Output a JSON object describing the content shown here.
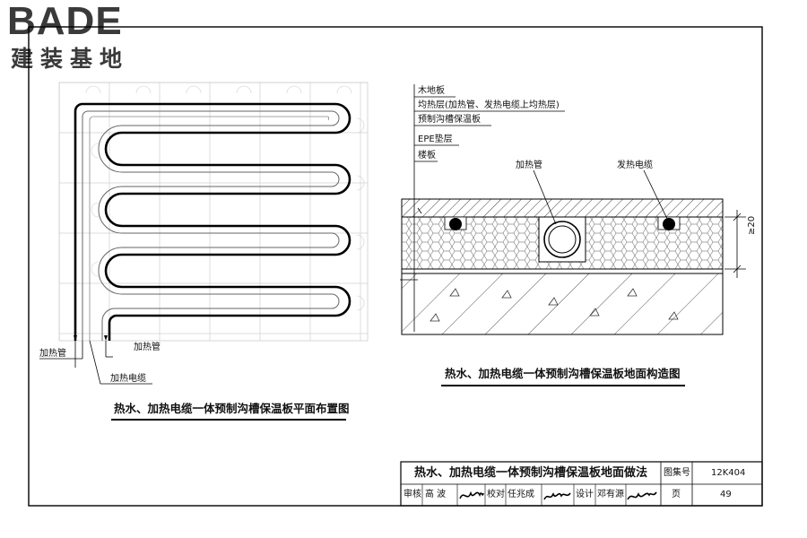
{
  "logo": {
    "brand": "BADE",
    "subtitle": "建装基地"
  },
  "plan": {
    "caption": "热水、加热电缆一体预制沟槽保温板平面布置图",
    "labels": {
      "pipe_left": "加热管",
      "pipe_right": "加热管",
      "cable": "加热电缆"
    }
  },
  "section": {
    "caption": "热水、加热电缆一体预制沟槽保温板地面构造图",
    "layers": [
      "木地板",
      "均热层(加热管、发热电缆上均热层)",
      "预制沟槽保温板",
      "EPE垫层",
      "楼板"
    ],
    "labels": {
      "pipe": "加热管",
      "cable": "发热电缆"
    },
    "dimension": "≥20"
  },
  "titleblock": {
    "title": "热水、加热电缆一体预制沟槽保温板地面做法",
    "atlas_label": "图集号",
    "atlas_no": "12K404",
    "page_label": "页",
    "page_no": "49",
    "review_label": "审核",
    "reviewer": "高 波",
    "check_label": "校对",
    "checker": "任兆成",
    "design_label": "设计",
    "designer": "邓有源"
  }
}
